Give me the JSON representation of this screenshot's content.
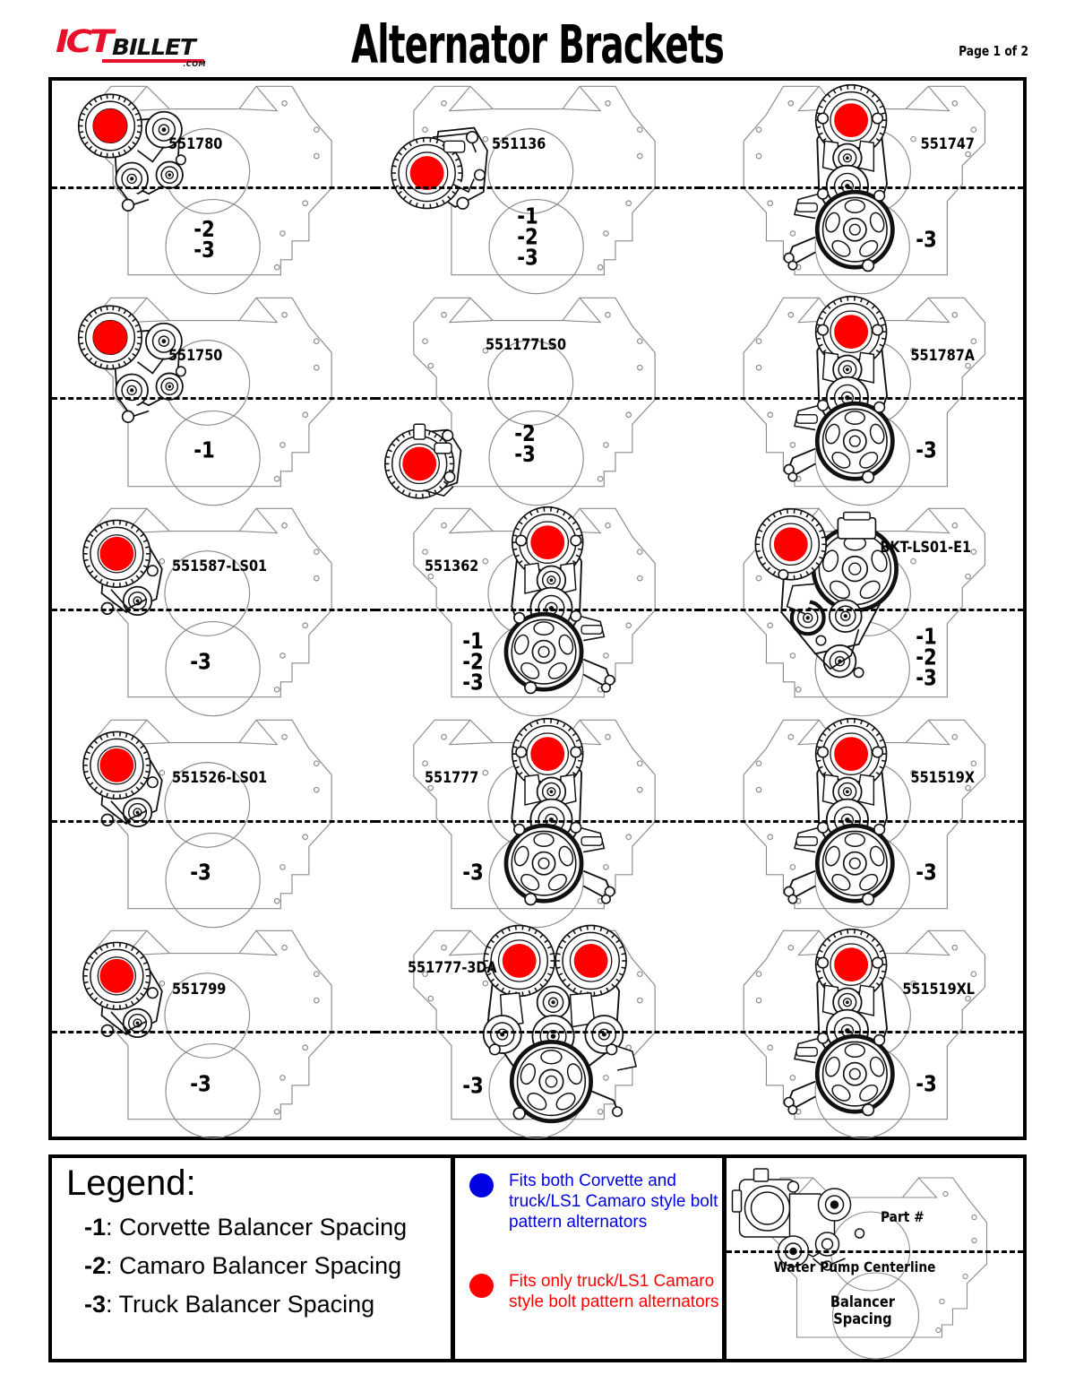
{
  "header": {
    "logo": {
      "brand_primary": "ICT",
      "brand_secondary": "BILLET",
      "brand_tld": ".COM",
      "primary_color": "#E8112D"
    },
    "title": "Alternator Brackets",
    "page_indicator": "Page 1 of 2"
  },
  "colors": {
    "red_dot": "#FF0000",
    "blue_dot": "#0000E0",
    "red_text": "#FF0000",
    "blue_text": "#0000E0",
    "outline": "#000000",
    "engine_outline": "#8a8a8a"
  },
  "grid": {
    "rows": 5,
    "columns": 3,
    "cells": [
      {
        "part_number": "551780",
        "spacing": [
          "-2",
          "-3"
        ],
        "side": "left",
        "dots": 1,
        "bracket": "alt-high-tensioner"
      },
      {
        "part_number": "551136",
        "spacing": [
          "-1",
          "-2",
          "-3"
        ],
        "side": "left",
        "dots": 1,
        "bracket": "alt-low-mid"
      },
      {
        "part_number": "551747",
        "spacing": [
          "-3"
        ],
        "side": "right",
        "dots": 1,
        "bracket": "alt-top-pump"
      },
      {
        "part_number": "551750",
        "spacing": [
          "-1"
        ],
        "side": "left",
        "dots": 1,
        "bracket": "alt-high-tensioner"
      },
      {
        "part_number": "551177LS0",
        "spacing": [
          "-2",
          "-3"
        ],
        "side": "left",
        "dots": 1,
        "bracket": "alt-lower"
      },
      {
        "part_number": "551787A",
        "spacing": [
          "-3"
        ],
        "side": "right",
        "dots": 1,
        "bracket": "alt-top-pump"
      },
      {
        "part_number": "551587-LS01",
        "spacing": [
          "-3"
        ],
        "side": "left",
        "dots": 1,
        "bracket": "alt-compact"
      },
      {
        "part_number": "551362",
        "spacing": [
          "-1",
          "-2",
          "-3"
        ],
        "side": "left",
        "dots": 1,
        "bracket": "alt-top-pump"
      },
      {
        "part_number": "BKT-LS01-E1",
        "spacing": [
          "-1",
          "-2",
          "-3"
        ],
        "side": "right",
        "dots": 1,
        "bracket": "alt-pump-idlers"
      },
      {
        "part_number": "551526-LS01",
        "spacing": [
          "-3"
        ],
        "side": "left",
        "dots": 1,
        "bracket": "alt-compact"
      },
      {
        "part_number": "551777",
        "spacing": [
          "-3"
        ],
        "side": "left",
        "dots": 1,
        "bracket": "alt-top-pump"
      },
      {
        "part_number": "551519X",
        "spacing": [
          "-3"
        ],
        "side": "right",
        "dots": 1,
        "bracket": "alt-top-pump"
      },
      {
        "part_number": "551799",
        "spacing": [
          "-3"
        ],
        "side": "left",
        "dots": 1,
        "bracket": "alt-compact"
      },
      {
        "part_number": "551777-3DA",
        "spacing": [
          "-3"
        ],
        "side": "left",
        "dots": 2,
        "bracket": "dual-alt-pump"
      },
      {
        "part_number": "551519XL",
        "spacing": [
          "-3"
        ],
        "side": "right",
        "dots": 1,
        "bracket": "alt-top-pump"
      }
    ]
  },
  "legend": {
    "title": "Legend:",
    "spacing_codes": [
      {
        "code": "-1",
        "separator": ": ",
        "text": "Corvette Balancer Spacing"
      },
      {
        "code": "-2",
        "separator": ": ",
        "text": "Camaro Balancer Spacing"
      },
      {
        "code": "-3",
        "separator": ": ",
        "text": "Truck Balancer Spacing"
      }
    ],
    "dot_key": [
      {
        "color": "#0000E0",
        "text": "Fits both Corvette and truck/LS1 Camaro style bolt pattern alternators"
      },
      {
        "color": "#FF0000",
        "text": "Fits only truck/LS1 Camaro style bolt pattern alternators"
      }
    ],
    "example": {
      "part_label": "Part #",
      "centerline_label": "Water Pump Centerline",
      "balancer_label_line1": "Balancer",
      "balancer_label_line2": "Spacing"
    }
  }
}
